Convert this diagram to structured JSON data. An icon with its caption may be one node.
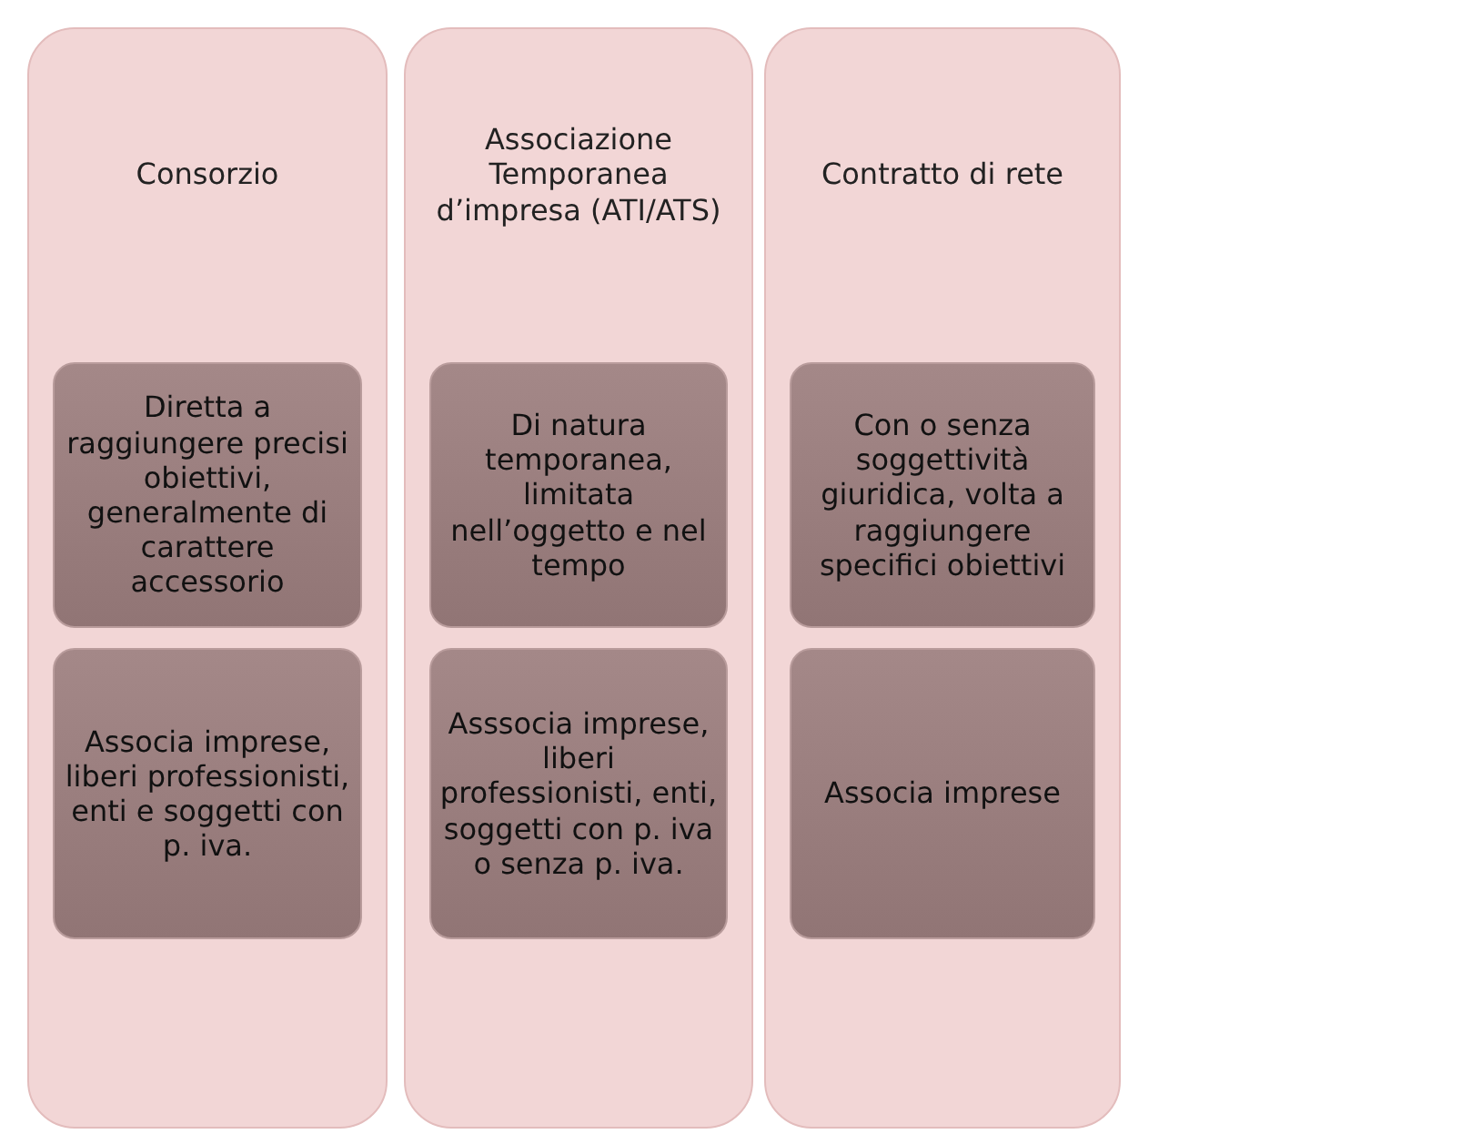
{
  "diagram": {
    "nodes": [
      {
        "text": [
          "Consorzio"
        ]
      },
      {
        "text": [
          "Diretta a raggiungere precisi obiettivi, generalmente di carattere accessorio"
        ],
        "in": 0
      },
      {
        "text": [
          "Associa imprese, liberi professionisti, enti e soggetti con p. iva."
        ],
        "in": 0
      },
      {
        "text": [
          "Associazione Temporanea d’impresa (ATI/ATS)"
        ]
      },
      {
        "text": [
          "Di natura temporanea, limitata nell’oggetto e nel tempo"
        ],
        "in": 3
      },
      {
        "text": [
          "Asssocia imprese, liberi professionisti, enti, soggetti con p. iva o senza p. iva."
        ],
        "in": 3
      },
      {
        "text": [
          "Contratto di rete"
        ]
      },
      {
        "text": [
          "Con o senza soggettività giuridica, volta a raggiungere specifici obiettivi"
        ],
        "in": 6
      },
      {
        "text": [
          "Associa imprese"
        ],
        "in": 6
      }
    ]
  }
}
